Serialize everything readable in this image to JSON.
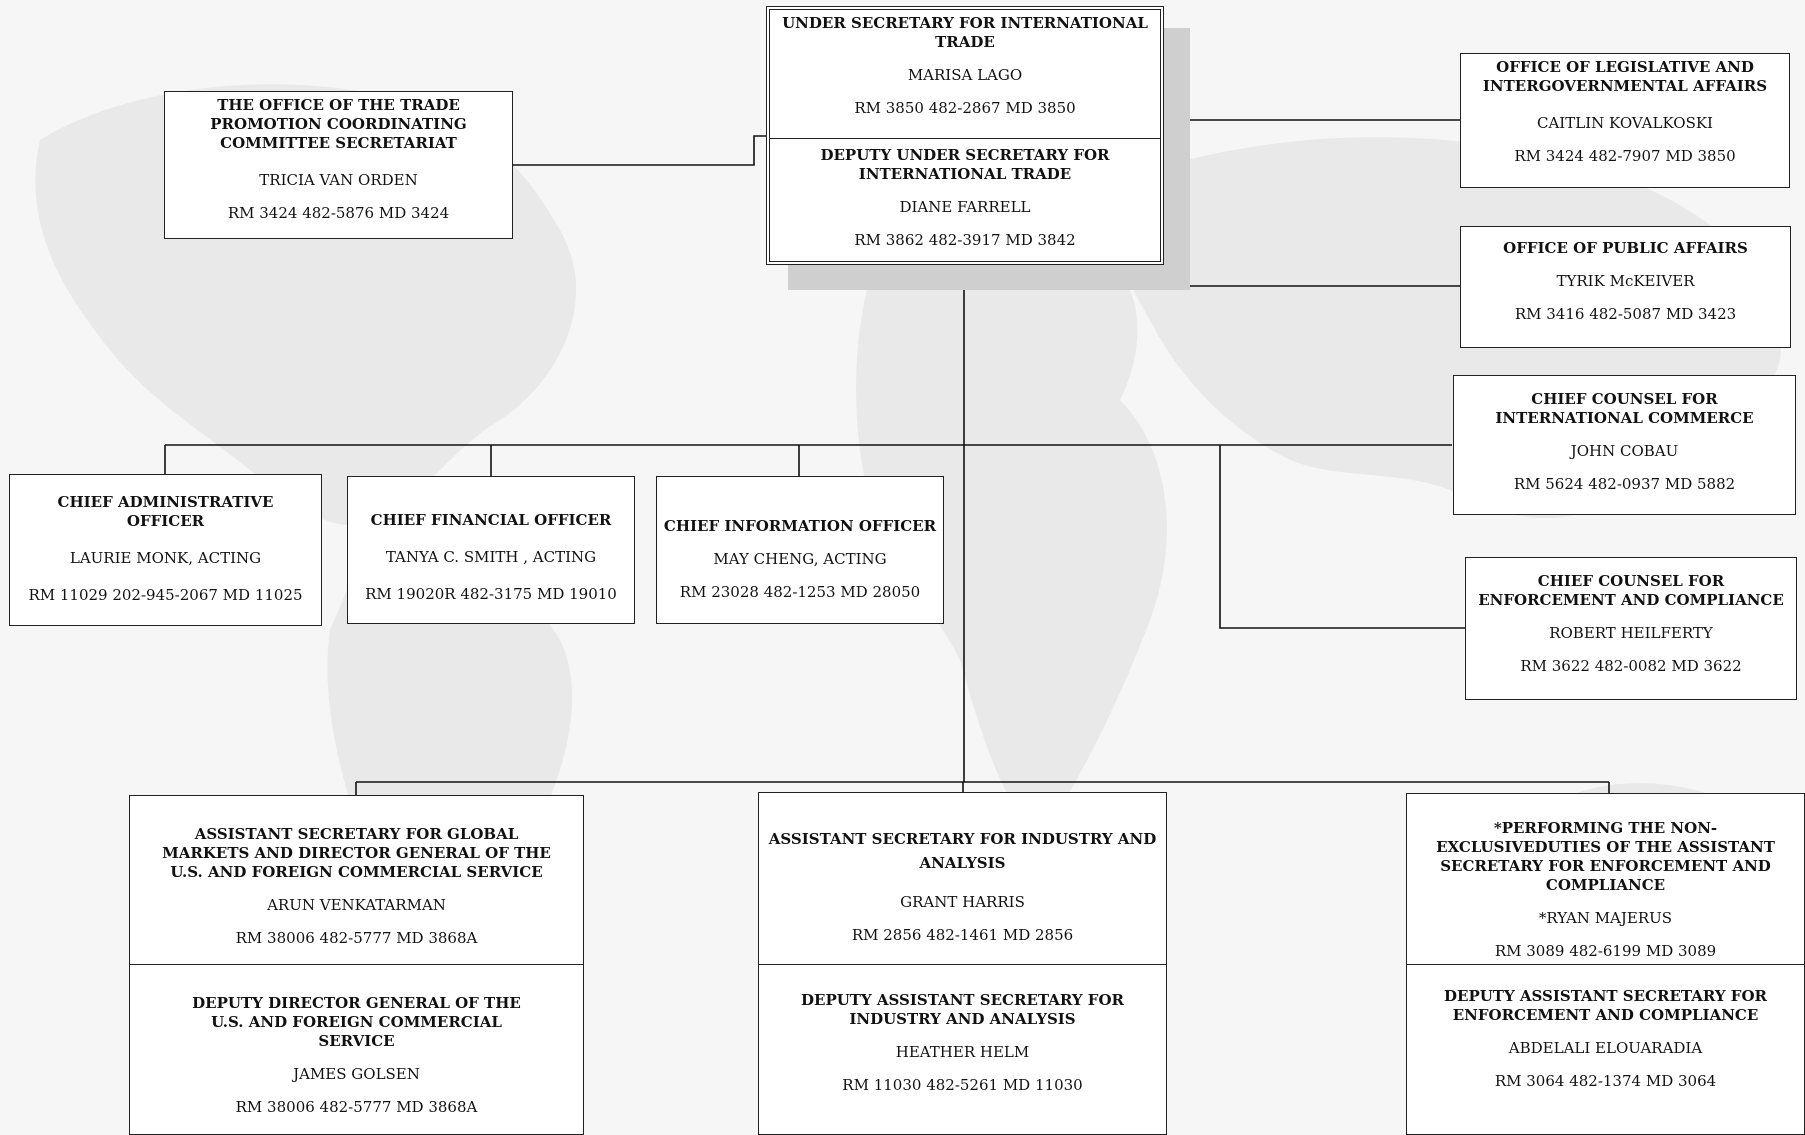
{
  "top": {
    "under_secretary": {
      "title": "UNDER SECRETARY FOR INTERNATIONAL TRADE",
      "name": "MARISA LAGO",
      "contact": "RM 3850 482-2867 MD 3850"
    },
    "deputy_under_secretary": {
      "title": "DEPUTY UNDER SECRETARY FOR INTERNATIONAL TRADE",
      "name": "DIANE FARRELL",
      "contact": "RM 3862 482-3917 MD 3842"
    }
  },
  "tpcc": {
    "title": "THE OFFICE OF THE TRADE PROMOTION COORDINATING COMMITTEE SECRETARIAT",
    "name": "TRICIA VAN ORDEN",
    "contact": "RM 3424 482-5876 MD 3424"
  },
  "right_offices": [
    {
      "title": "OFFICE OF LEGISLATIVE AND INTERGOVERNMENTAL AFFAIRS",
      "name": "CAITLIN KOVALKOSKI",
      "contact": "RM 3424 482-7907 MD 3850"
    },
    {
      "title": "OFFICE OF PUBLIC AFFAIRS",
      "name": "TYRIK McKEIVER",
      "contact": "RM 3416 482-5087 MD 3423"
    },
    {
      "title": "CHIEF COUNSEL FOR INTERNATIONAL COMMERCE",
      "name": "JOHN COBAU",
      "contact": "RM 5624 482-0937 MD 5882"
    },
    {
      "title": "CHIEF COUNSEL FOR ENFORCEMENT AND COMPLIANCE",
      "name": "ROBERT HEILFERTY",
      "contact": "RM 3622 482-0082 MD 3622"
    }
  ],
  "chiefs": [
    {
      "title": "CHIEF ADMINISTRATIVE OFFICER",
      "name": "LAURIE MONK, ACTING",
      "contact": "RM 11029 202-945-2067 MD 11025"
    },
    {
      "title": "CHIEF FINANCIAL OFFICER",
      "name": "TANYA C. SMITH , ACTING",
      "contact": "RM 19020R 482-3175 MD 19010"
    },
    {
      "title": "CHIEF INFORMATION OFFICER",
      "name": "MAY CHENG, ACTING",
      "contact": "RM 23028 482-1253 MD 28050"
    }
  ],
  "assistants": [
    {
      "upper": {
        "title": "ASSISTANT SECRETARY FOR GLOBAL MARKETS AND DIRECTOR GENERAL OF THE U.S. AND FOREIGN COMMERCIAL SERVICE",
        "name": "ARUN VENKATARMAN",
        "contact": "RM 38006 482-5777 MD 3868A"
      },
      "lower": {
        "title": "DEPUTY DIRECTOR GENERAL OF THE U.S. AND FOREIGN COMMERCIAL SERVICE",
        "name": "JAMES GOLSEN",
        "contact": "RM 38006 482-5777 MD 3868A"
      }
    },
    {
      "upper": {
        "title": "ASSISTANT SECRETARY FOR INDUSTRY AND ANALYSIS",
        "name": "GRANT HARRIS",
        "contact": "RM 2856 482-1461 MD 2856"
      },
      "lower": {
        "title": "DEPUTY ASSISTANT SECRETARY FOR INDUSTRY AND ANALYSIS",
        "name": "HEATHER HELM",
        "contact": "RM 11030 482-5261 MD 11030"
      }
    },
    {
      "upper": {
        "title": "*PERFORMING THE NON-EXCLUSIVEDUTIES OF THE ASSISTANT SECRETARY FOR ENFORCEMENT AND COMPLIANCE",
        "name": "*RYAN MAJERUS",
        "contact": "RM 3089 482-6199 MD 3089"
      },
      "lower": {
        "title": "DEPUTY ASSISTANT SECRETARY FOR ENFORCEMENT AND COMPLIANCE",
        "name": "ABDELALI ELOUARADIA",
        "contact": "RM 3064 482-1374 MD 3064"
      }
    }
  ]
}
